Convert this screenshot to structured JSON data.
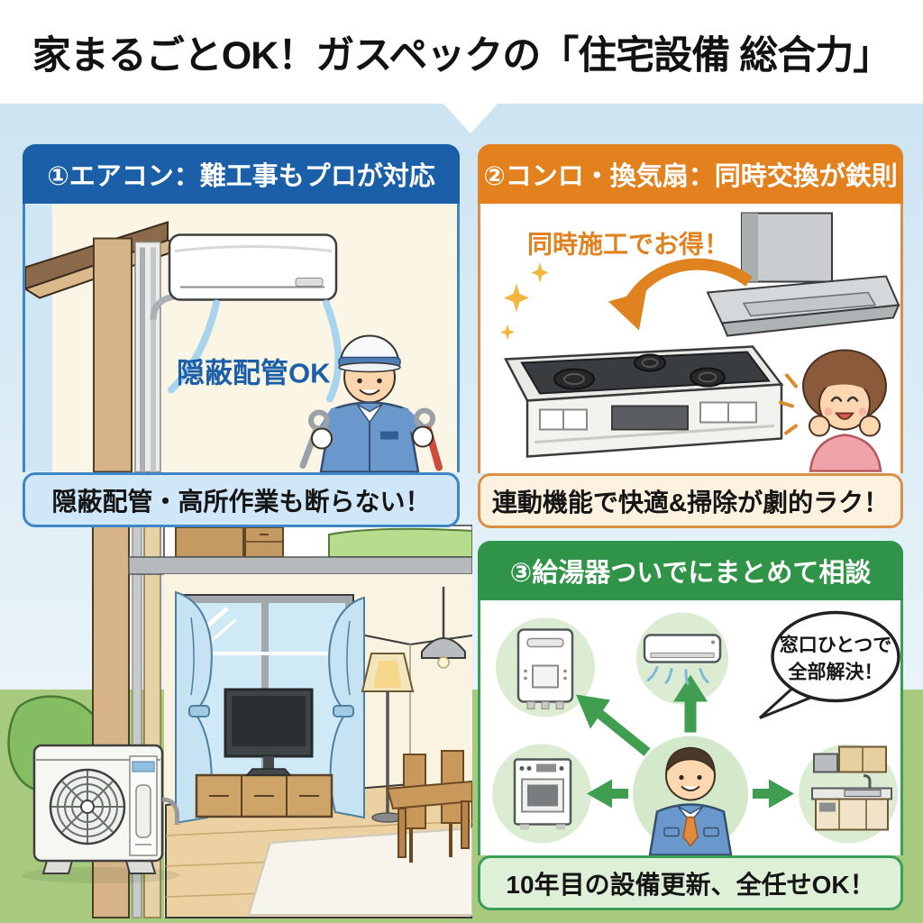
{
  "colors": {
    "header-bg": "#ffffff",
    "title": "#121212",
    "sky": "#cde4f2",
    "grass": "#a8ca7e",
    "panel1": "#1b5fa8",
    "panel1-border": "#3e86c6",
    "panel1-caption-bg": "#cfe7f8",
    "panel2": "#e2811d",
    "panel2-border": "#da9147",
    "panel2-caption-bg": "#fdf2df",
    "panel3": "#2f9447",
    "panel3-border": "#3a9e55",
    "panel3-caption-bg": "#dff0d9",
    "accent-blue-text": "#1b5fa8",
    "accent-orange-text": "#e0821f"
  },
  "header": {
    "title": "家まるごとOK！ガスペックの「住宅設備 総合力」"
  },
  "panel1": {
    "title": "①エアコン：難工事もプロが対応",
    "label": "隠蔽配管OK",
    "caption": "隠蔽配管・高所作業も断らない！"
  },
  "panel2": {
    "title": "②コンロ・換気扇：同時交換が鉄則",
    "label": "同時施工でお得！",
    "caption": "連動機能で快適&掃除が劇的ラク！"
  },
  "panel3": {
    "title": "③給湯器ついでにまとめて相談",
    "bubble_line1": "窓口ひとつで",
    "bubble_line2": "全部解決！",
    "caption": "10年目の設備更新、全任せOK！"
  }
}
